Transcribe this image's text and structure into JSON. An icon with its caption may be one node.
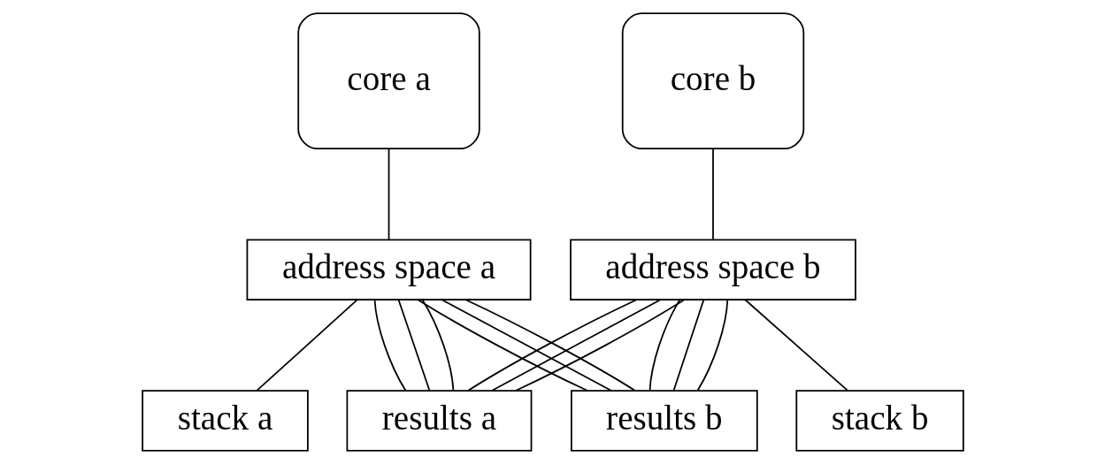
{
  "diagram": {
    "nodes": [
      {
        "text": [
          "core a"
        ]
      },
      {
        "text": [
          "core b"
        ]
      },
      {
        "text": [
          "address space a"
        ]
      },
      {
        "text": [
          "address space b"
        ]
      },
      {
        "text": [
          "stack a"
        ]
      },
      {
        "text": [
          "results a"
        ]
      },
      {
        "text": [
          "results b"
        ]
      },
      {
        "text": [
          "stack b"
        ]
      }
    ],
    "edges": [
      {
        "from": 0,
        "to": 2,
        "arrow": "none"
      },
      {
        "from": 1,
        "to": 3,
        "arrow": "none"
      },
      {
        "from": 2,
        "to": 4,
        "arrow": "none"
      },
      {
        "from": 2,
        "to": 5,
        "arrow": "none"
      },
      {
        "from": 2,
        "to": 5,
        "arrow": "none"
      },
      {
        "from": 2,
        "to": 5,
        "arrow": "none"
      },
      {
        "from": 2,
        "to": 6,
        "arrow": "none"
      },
      {
        "from": 2,
        "to": 6,
        "arrow": "none"
      },
      {
        "from": 2,
        "to": 6,
        "arrow": "none"
      },
      {
        "from": 3,
        "to": 5,
        "arrow": "none"
      },
      {
        "from": 3,
        "to": 5,
        "arrow": "none"
      },
      {
        "from": 3,
        "to": 5,
        "arrow": "none"
      },
      {
        "from": 3,
        "to": 6,
        "arrow": "none"
      },
      {
        "from": 3,
        "to": 6,
        "arrow": "none"
      },
      {
        "from": 3,
        "to": 6,
        "arrow": "none"
      },
      {
        "from": 3,
        "to": 7,
        "arrow": "none"
      }
    ]
  }
}
